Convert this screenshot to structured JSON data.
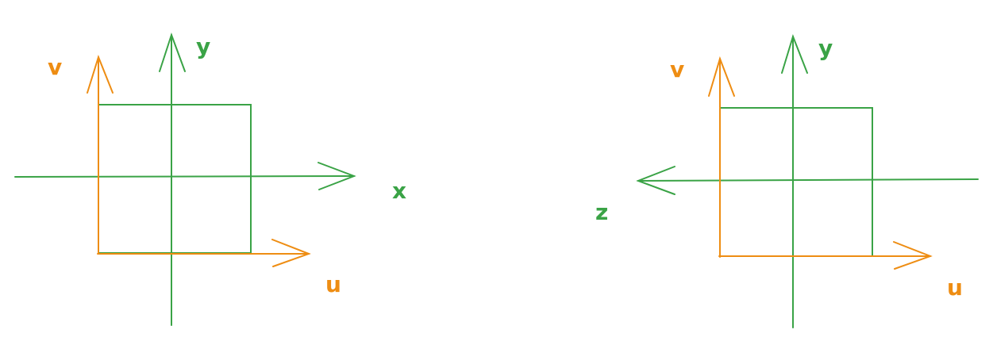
{
  "colors": {
    "axis_green": "#3aa346",
    "uv_orange": "#ee8d13",
    "background": "#ffffff"
  },
  "diagrams": [
    {
      "labels": {
        "vertical_axis": "y",
        "horizontal_axis": "x",
        "u_axis": "u",
        "v_axis": "v"
      }
    },
    {
      "labels": {
        "vertical_axis": "y",
        "horizontal_axis": "z",
        "u_axis": "u",
        "v_axis": "v"
      }
    }
  ]
}
